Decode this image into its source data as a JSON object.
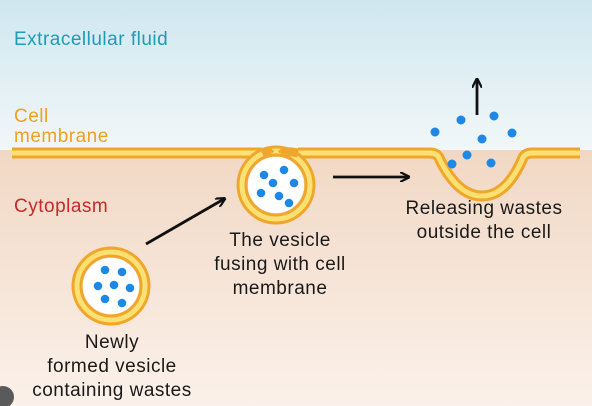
{
  "labels": {
    "extracellular": "Extracellular fluid",
    "cell_membrane_line1": "Cell",
    "cell_membrane_line2": "membrane",
    "cytoplasm": "Cytoplasm",
    "new_vesicle_line1": "Newly",
    "new_vesicle_line2": "formed vesicle",
    "new_vesicle_line3": "containing wastes",
    "fusing_line1": "The vesicle",
    "fusing_line2": "fusing with cell",
    "fusing_line3": "membrane",
    "releasing_line1": "Releasing wastes",
    "releasing_line2": "outside the cell"
  },
  "colors": {
    "extracellular_top": "#cfe7f0",
    "extracellular_bottom": "#f4f8f9",
    "cytoplasm_top": "#f1d8c4",
    "cytoplasm_bottom": "#fbf1ea",
    "membrane_outer": "#f0a62a",
    "membrane_inner": "#fbe173",
    "waste_dot": "#1e88e5",
    "arrow": "#111111"
  }
}
